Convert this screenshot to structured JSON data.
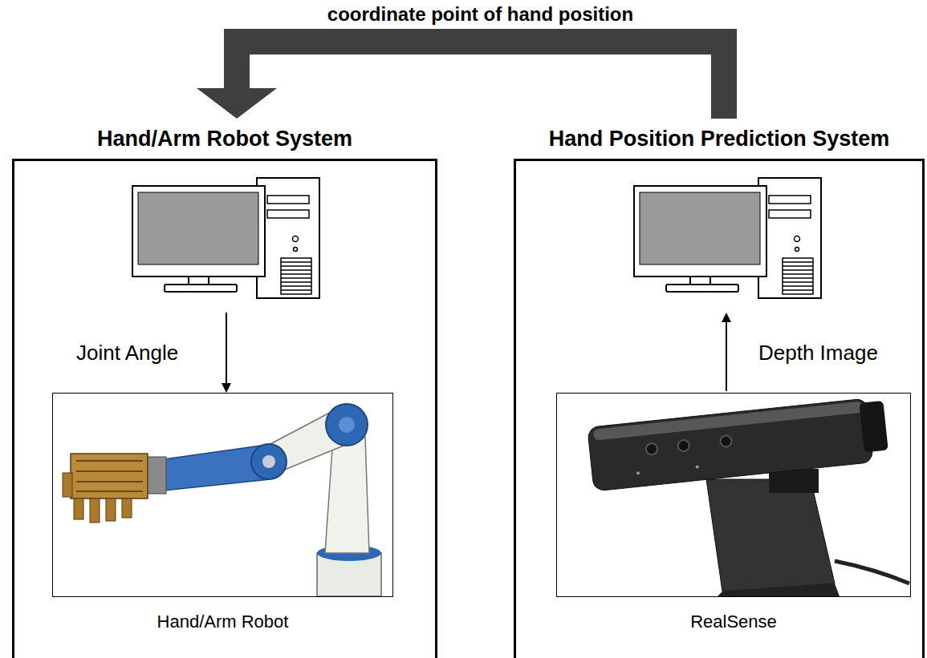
{
  "diagram": {
    "nodes": [
      {
        "text": [
          "Hand/Arm Robot System"
        ]
      },
      {
        "text": [
          "Hand/Arm Robot"
        ],
        "in": 0
      },
      {
        "text": [
          "Hand Position Prediction System"
        ]
      },
      {
        "text": [
          "RealSense"
        ],
        "in": 2
      }
    ],
    "edges": [
      {
        "from": 2,
        "to": 0,
        "arrow": "to",
        "label": "coordinate point of hand position"
      }
    ],
    "labels": [
      "Joint Angle",
      "Depth Image"
    ]
  }
}
